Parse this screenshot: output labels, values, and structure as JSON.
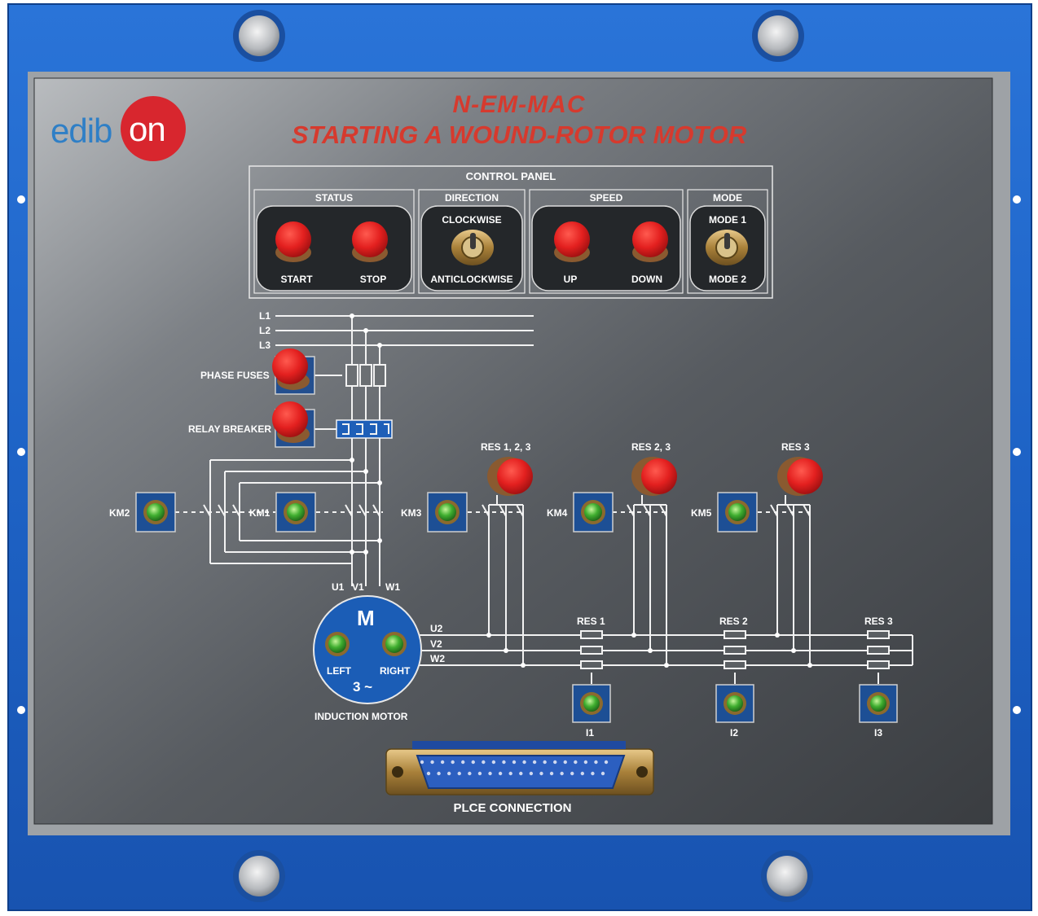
{
  "panel": {
    "logo": {
      "text": "edib",
      "accent_text": "on",
      "color": "#2f7fc6",
      "accent_color": "#d8262e"
    },
    "model": "N-EM-MAC",
    "title": "STARTING A WOUND-ROTOR MOTOR",
    "colors": {
      "frame": "#1f66c9",
      "face": "#555a5e",
      "title_red": "#d63a2e",
      "button_red": "#e01e22",
      "lamp_green": "#3fae2f"
    }
  },
  "control_panel": {
    "heading": "CONTROL PANEL",
    "status": {
      "label": "STATUS",
      "start": "START",
      "stop": "STOP"
    },
    "direction": {
      "label": "DIRECTION",
      "clockwise": "CLOCKWISE",
      "anticlockwise": "ANTICLOCKWISE"
    },
    "speed": {
      "label": "SPEED",
      "up": "UP",
      "down": "DOWN"
    },
    "mode": {
      "label": "MODE",
      "mode1": "MODE 1",
      "mode2": "MODE 2"
    }
  },
  "circuit": {
    "lines": {
      "l1": "L1",
      "l2": "L2",
      "l3": "L3"
    },
    "phase_fuses": "PHASE FUSES",
    "relay_breaker": "RELAY BREAKER",
    "contactors": {
      "km1": "KM1",
      "km2": "KM2",
      "km3": "KM3",
      "km4": "KM4",
      "km5": "KM5"
    },
    "resistor_buttons": {
      "res123": "RES 1, 2, 3",
      "res23": "RES 2, 3",
      "res3": "RES 3"
    },
    "motor": {
      "symbol": "M",
      "phase": "3 ~",
      "left": "LEFT",
      "right": "RIGHT",
      "caption": "INDUCTION MOTOR",
      "u1": "U1",
      "v1": "V1",
      "w1": "W1",
      "u2": "U2",
      "v2": "V2",
      "w2": "W2"
    },
    "resistors": {
      "res1": "RES 1",
      "res2": "RES 2",
      "res3": "RES 3"
    },
    "currents": {
      "i1": "I1",
      "i2": "I2",
      "i3": "I3"
    }
  },
  "connector": {
    "label": "PLCE CONNECTION"
  }
}
